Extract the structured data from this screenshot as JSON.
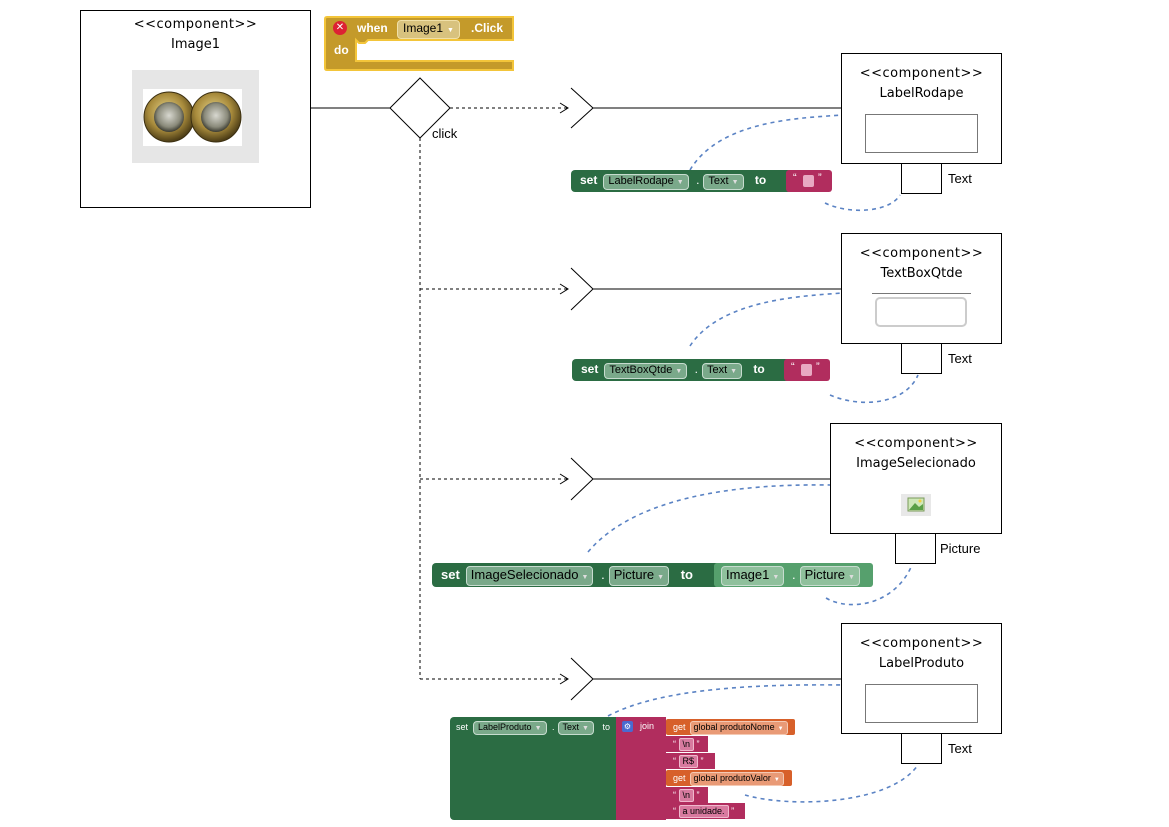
{
  "stereotype": "<<component>>",
  "components": {
    "image1": {
      "name": "Image1"
    },
    "label_rodape": {
      "name": "LabelRodape",
      "port": "Text"
    },
    "textbox_qtde": {
      "name": "TextBoxQtde",
      "port": "Text"
    },
    "image_selecionado": {
      "name": "ImageSelecionado",
      "port": "Picture"
    },
    "label_produto": {
      "name": "LabelProduto",
      "port": "Text"
    }
  },
  "decision": {
    "label": "click"
  },
  "event_block": {
    "when": "when",
    "component": "Image1",
    "event": ".Click",
    "do": "do"
  },
  "blocks": {
    "set_rodape": {
      "set": "set",
      "component": "LabelRodape",
      "dot": ".",
      "property": "Text",
      "to": "to",
      "value": "\" \""
    },
    "set_qtde": {
      "set": "set",
      "component": "TextBoxQtde",
      "dot": ".",
      "property": "Text",
      "to": "to",
      "value": "\" \""
    },
    "set_picture": {
      "set": "set",
      "component": "ImageSelecionado",
      "dot": ".",
      "property": "Picture",
      "to": "to",
      "src_component": "Image1",
      "src_property": "Picture"
    },
    "set_produto": {
      "set": "set",
      "component": "LabelProduto",
      "dot": ".",
      "property": "Text",
      "to": "to",
      "join": "join",
      "get": "get",
      "var_nome": "global produtoNome",
      "s_newline1": "\\n",
      "s_rs": "R$",
      "var_valor": "global produtoValor",
      "s_newline2": "\\n",
      "s_unidade": "a unidade."
    }
  },
  "colors": {
    "line_blue": "#5b83c4",
    "event_gold": "#c49a2a",
    "setter_green": "#2b6c43",
    "text_magenta": "#b12d5e",
    "get_orange": "#d7602a"
  }
}
